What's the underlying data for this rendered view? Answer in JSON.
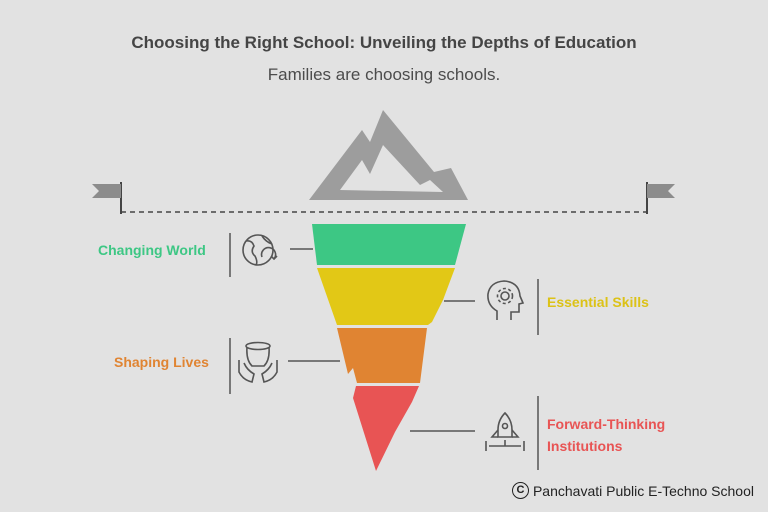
{
  "title": "Choosing the Right School: Unveiling the Depths of Education",
  "subtitle": "Families are choosing schools.",
  "layers": [
    {
      "label": "Changing World",
      "color": "#3dc784",
      "icon": "globe-icon"
    },
    {
      "label": "Essential Skills",
      "color": "#e2c816",
      "icon": "head-gear-icon"
    },
    {
      "label": "Shaping Lives",
      "color": "#e08432",
      "icon": "hands-pot-icon"
    },
    {
      "label_line1": "Forward-Thinking",
      "label_line2": "Institutions",
      "color": "#e85454",
      "icon": "rocket-icon"
    }
  ],
  "footer": {
    "symbol": "C",
    "text": "Panchavati Public E-Techno School"
  },
  "colors": {
    "background": "#e2e2e2",
    "iceberg_tip": "#9d9d9d",
    "line": "#555555"
  }
}
